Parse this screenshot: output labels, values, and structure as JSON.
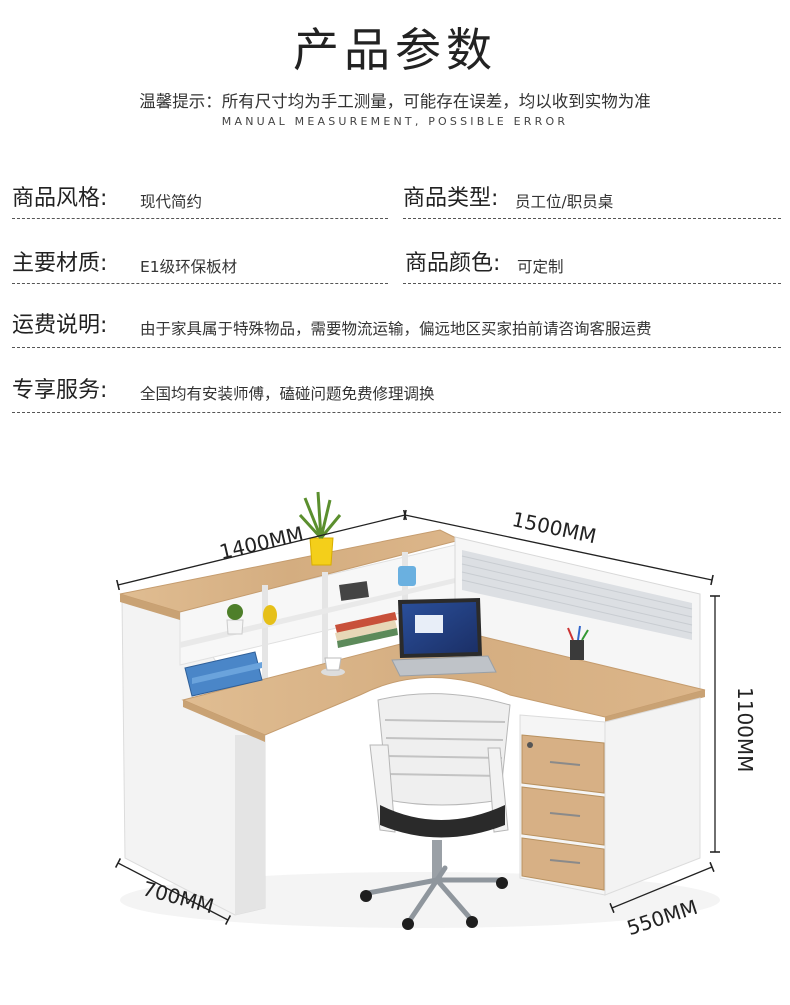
{
  "header": {
    "title": "产品参数",
    "notice": "温馨提示：所有尺寸均为手工测量，可能存在误差，均以收到实物为准",
    "notice_en": "MANUAL MEASUREMENT, POSSIBLE ERROR"
  },
  "specs": {
    "style": {
      "label": "商品风格:",
      "value": "现代简约"
    },
    "type": {
      "label": "商品类型:",
      "value": "员工位/职员桌"
    },
    "material": {
      "label": "主要材质:",
      "value": "E1级环保板材"
    },
    "color": {
      "label": "商品颜色:",
      "value": "可定制"
    },
    "shipping": {
      "label": "运费说明:",
      "value": "由于家具属于特殊物品，需要物流运输，偏远地区买家拍前请咨询客服运费"
    },
    "service": {
      "label": "专享服务:",
      "value": "全国均有安装师傅，磕碰问题免费修理调换"
    }
  },
  "dimensions": {
    "left_width": "1400MM",
    "right_width": "1500MM",
    "height": "1100MM",
    "left_depth": "700MM",
    "right_depth": "550MM"
  },
  "colors": {
    "wood": "#d8b48a",
    "white_panel": "#f2f2f2",
    "text_dark": "#222222"
  }
}
